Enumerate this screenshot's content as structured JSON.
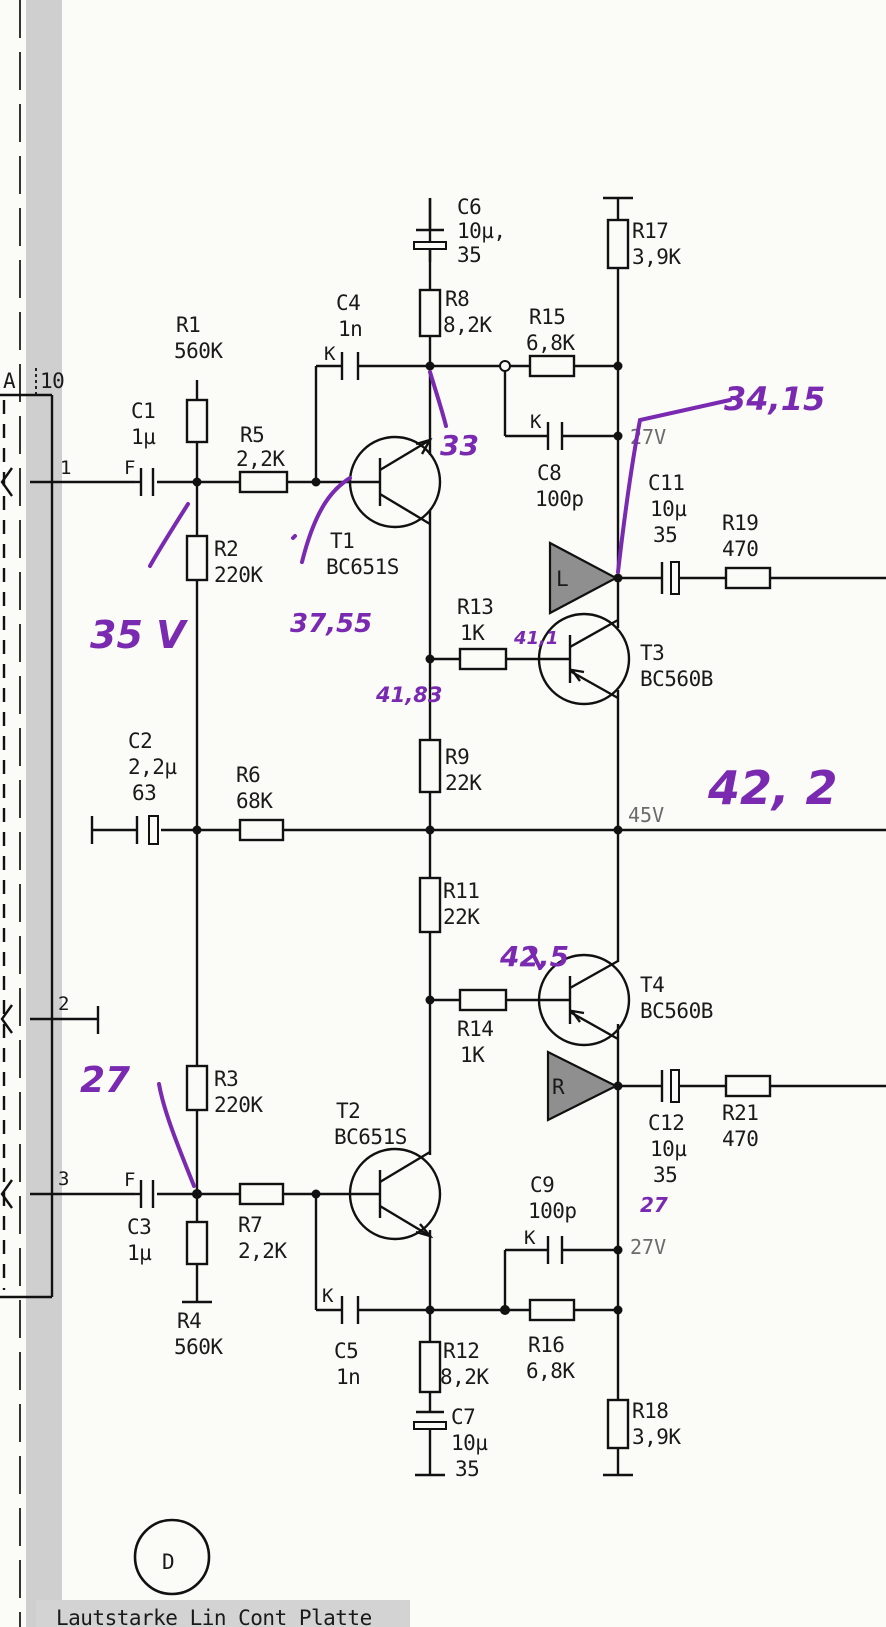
{
  "connector": {
    "name": "A",
    "pin_header": "10",
    "pins": [
      "1",
      "2",
      "3"
    ]
  },
  "components": {
    "C1": {
      "name": "C1",
      "value": "1µ",
      "pol": "F"
    },
    "C2": {
      "name": "C2",
      "value": "2,2µ",
      "volt": "63"
    },
    "C3": {
      "name": "C3",
      "value": "1µ",
      "pol": "F"
    },
    "C4": {
      "name": "C4",
      "value": "1n",
      "pol": "K"
    },
    "C5": {
      "name": "C5",
      "value": "1n",
      "pol": "K"
    },
    "C6": {
      "name": "C6",
      "value": "10µ,",
      "volt": "35"
    },
    "C7": {
      "name": "C7",
      "value": "10µ",
      "volt": "35"
    },
    "C8": {
      "name": "C8",
      "value": "100p",
      "pol": "K"
    },
    "C9": {
      "name": "C9",
      "value": "100p",
      "pol": "K"
    },
    "C11": {
      "name": "C11",
      "value": "10µ",
      "volt": "35"
    },
    "C12": {
      "name": "C12",
      "value": "10µ",
      "volt": "35"
    },
    "R1": {
      "name": "R1",
      "value": "560K"
    },
    "R2": {
      "name": "R2",
      "value": "220K"
    },
    "R3": {
      "name": "R3",
      "value": "220K"
    },
    "R4": {
      "name": "R4",
      "value": "560K"
    },
    "R5": {
      "name": "R5",
      "value": "2,2K"
    },
    "R6": {
      "name": "R6",
      "value": "68K"
    },
    "R7": {
      "name": "R7",
      "value": "2,2K"
    },
    "R8": {
      "name": "R8",
      "value": "8,2K"
    },
    "R9": {
      "name": "R9",
      "value": "22K"
    },
    "R11": {
      "name": "R11",
      "value": "22K"
    },
    "R12": {
      "name": "R12",
      "value": "8,2K"
    },
    "R13": {
      "name": "R13",
      "value": "1K"
    },
    "R14": {
      "name": "R14",
      "value": "1K"
    },
    "R15": {
      "name": "R15",
      "value": "6,8K"
    },
    "R16": {
      "name": "R16",
      "value": "6,8K"
    },
    "R17": {
      "name": "R17",
      "value": "3,9K"
    },
    "R18": {
      "name": "R18",
      "value": "3,9K"
    },
    "R19": {
      "name": "R19",
      "value": "470"
    },
    "R21": {
      "name": "R21",
      "value": "470"
    },
    "T1": {
      "name": "T1",
      "type": "BC651S"
    },
    "T2": {
      "name": "T2",
      "type": "BC651S"
    },
    "T3": {
      "name": "T3",
      "type": "BC560B"
    },
    "T4": {
      "name": "T4",
      "type": "BC560B"
    }
  },
  "outputs": {
    "left": "L",
    "right": "R"
  },
  "printed_voltages": {
    "upper_27": "27V",
    "mid_45": "45V",
    "lower_27": "27V"
  },
  "handwritten": {
    "v_35": "35 V",
    "v_3755": "37,55",
    "v_33": "33",
    "v_3415": "34,15",
    "v_4183": "41,83",
    "v_411": "41,1",
    "v_422": "42, 2",
    "v_425": "42,5",
    "v_27_left": "27",
    "v_27_right": "27"
  },
  "board_marker": "D",
  "footer_text": "Lautstarke Lin Cont Platte",
  "colors": {
    "ink": "#111111",
    "annotation": "#7a2ab0",
    "amplifier_fill": "#8f8f8f",
    "margin_strip": "#cfcfcf",
    "printed_voltage": "#6b6b6b"
  }
}
